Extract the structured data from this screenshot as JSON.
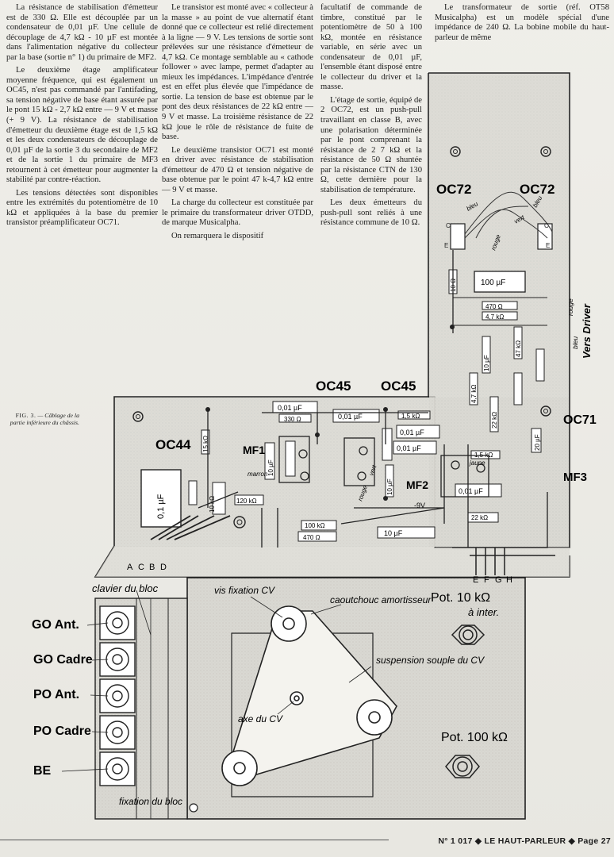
{
  "columns": {
    "col1": [
      "La résistance de stabilisation d'émetteur est de 330 Ω. Elle est découplée par un condensateur de 0,01 µF. Une cellule de découplage de 4,7 kΩ - 10 µF est montée dans l'alimentation négative du collecteur par la base (sortie n° 1) du primaire de MF2.",
      "Le deuxième étage amplificateur moyenne fréquence, qui est également un OC45, n'est pas commandé par l'antifading, sa tension négative de base étant assurée par le pont 15 kΩ - 2,7 kΩ entre — 9 V et masse (+ 9 V). La résistance de stabilisation d'émetteur du deuxième étage est de 1,5 kΩ et les deux condensateurs de découplage de 0,01 µF de la sortie 3 du secondaire de MF2 et de la sortie 1 du primaire de MF3 retournent à cet émetteur pour augmenter la stabilité par contre-réaction.",
      "Les tensions détectées sont disponibles entre les extrémités du potentiomètre de 10 kΩ et appliquées à la base du premier transistor préamplificateur OC71."
    ],
    "col2": [
      "Le transistor est monté avec « collecteur à la masse » au point de vue alternatif étant donné que ce collecteur est relié directement à la ligne — 9 V. Les tensions de sortie sont prélevées sur une résistance d'émetteur de 4,7 kΩ. Ce montage semblable au « cathode follower » avec lampe, permet d'adapter au mieux les impédances. L'impédance d'entrée est en effet plus élevée que l'impédance de sortie. La tension de base est obtenue par le pont des deux résistances de 22 kΩ entre — 9 V et masse. La troisième résistance de 22 kΩ joue le rôle de résistance de fuite de base.",
      "Le deuxième transistor OC71 est monté en driver avec résistance de stabilisation d'émetteur de 470 Ω et tension négative de base obtenue par le point 47 k-4,7 kΩ entre — 9 V et masse.",
      "La charge du collecteur est constituée par le primaire du transformateur driver OTDD, de marque Musicalpha.",
      "On remarquera le dispositif"
    ],
    "col3": [
      "facultatif de commande de timbre, constitué par le potentiomètre de 50 à 100 kΩ, montée en résistance variable, en série avec un condensateur de 0,01 µF, l'ensemble étant disposé entre le collecteur du driver et la masse.",
      "L'étage de sortie, équipé de 2 OC72, est un push-pull travaillant en classe B, avec une polarisation déterminée par le pont comprenant la résistance de 2 7 kΩ et la résistance de 50 Ω shuntée par la résistance CTN de 130 Ω, cette dernière pour la stabilisation de température.",
      "Les deux émetteurs du push-pull sont reliés à une résistance commune de 10 Ω."
    ],
    "col4": [
      "Le transformateur de sortie (réf. OT58 Musicalpha) est un modèle spécial d'une impédance de 240 Ω. La bobine mobile du haut-parleur de même"
    ]
  },
  "caption": {
    "label": "FIG. 3.",
    "text": "— Câblage de la partie inférieure du châssis."
  },
  "diagram_labels": {
    "transistors": [
      "OC44",
      "OC45",
      "OC45",
      "OC71",
      "OC72",
      "OC72"
    ],
    "transformers": [
      "MF1",
      "MF2",
      "MF3"
    ],
    "components": [
      "0,01 µF",
      "330 Ω",
      "0,01 µF",
      "1,5 kΩ",
      "0,01 µF",
      "0,01 µF",
      "10 µF",
      "0,1 µF",
      "120 kΩ",
      "15 kΩ",
      "22 kΩ",
      "4,7 kΩ",
      "10 µF",
      "100 µF",
      "470 Ω",
      "4,7 kΩ",
      "10 µF",
      "47 kΩ",
      "22 kΩ",
      "20 µF",
      "1,5 kΩ",
      "0,01 µF",
      "10 kΩ",
      "10 µF",
      "100 kΩ",
      "470 Ω",
      "10 Ω",
      "-9V"
    ],
    "wire_colors": [
      "rouge",
      "bleu",
      "vert",
      "marron",
      "jaune",
      "rouge",
      "bleu",
      "vert",
      "rouge"
    ],
    "driver_label": "Vers Driver",
    "terminals_left": [
      "A",
      "C",
      "B",
      "D"
    ],
    "terminals_right": [
      "E",
      "F",
      "G",
      "H"
    ],
    "block_title": "clavier du bloc",
    "bands": [
      "GO Ant.",
      "GO Cadre",
      "PO Ant.",
      "PO Cadre",
      "BE"
    ],
    "block_fixing": "fixation du bloc",
    "cv_screw": "vis fixation CV",
    "rubber": "caoutchouc amortisseur",
    "suspension": "suspension souple du CV",
    "cv_axis": "axe du CV",
    "pot1": "Pot. 10 kΩ",
    "pot1_sub": "à inter.",
    "pot2": "Pot. 100 kΩ"
  },
  "footer": {
    "issue": "N° 1 017",
    "sep": "◆",
    "magazine": "LE HAUT-PARLEUR",
    "page": "Page 27"
  }
}
